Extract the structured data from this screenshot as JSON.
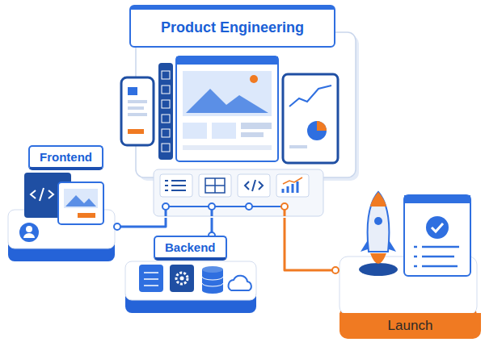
{
  "diagram": {
    "nodes": [
      {
        "text": [
          "Product Engineering"
        ]
      },
      {
        "text": [
          "Frontend"
        ]
      },
      {
        "text": [
          "Backend"
        ]
      },
      {
        "text": [
          "Launch"
        ]
      }
    ],
    "edges": [
      {
        "from": 0,
        "to": 1,
        "arrow": "none"
      },
      {
        "from": 0,
        "to": 2,
        "arrow": "none"
      },
      {
        "from": 0,
        "to": 3,
        "arrow": "none"
      }
    ]
  }
}
